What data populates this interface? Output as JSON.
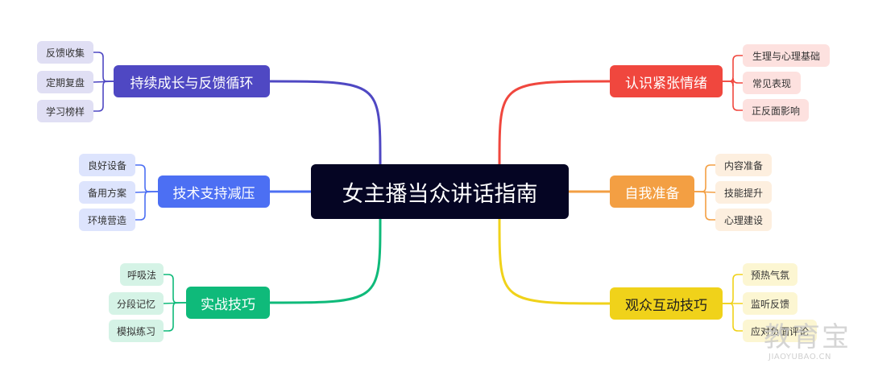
{
  "center": {
    "label": "女主播当众讲话指南"
  },
  "branches": {
    "recognize": {
      "label": "认识紧张情绪",
      "color": "#f0473e",
      "leaf_bg": "#fde1df",
      "leaves": [
        "生理与心理基础",
        "常见表现",
        "正反面影响"
      ]
    },
    "prepare": {
      "label": "自我准备",
      "color": "#f39f43",
      "leaf_bg": "#fdefdf",
      "leaves": [
        "内容准备",
        "技能提升",
        "心理建设"
      ]
    },
    "interact": {
      "label": "观众互动技巧",
      "color": "#f0d21a",
      "leaf_bg": "#fcf6d2",
      "leaves": [
        "预热气氛",
        "监听反馈",
        "应对负面评论"
      ]
    },
    "practice": {
      "label": "实战技巧",
      "color": "#0fba7a",
      "leaf_bg": "#d5f3e6",
      "leaves": [
        "呼吸法",
        "分段记忆",
        "模拟练习"
      ]
    },
    "tech": {
      "label": "技术支持减压",
      "color": "#4c6ff3",
      "leaf_bg": "#dde4fd",
      "leaves": [
        "良好设备",
        "备用方案",
        "环境营造"
      ]
    },
    "growth": {
      "label": "持续成长与反馈循环",
      "color": "#4f48c3",
      "leaf_bg": "#e0dff4",
      "leaves": [
        "反馈收集",
        "定期复盘",
        "学习榜样"
      ]
    }
  },
  "watermark": {
    "main": "教育宝",
    "sub": "JIAOYUBAO.CN"
  }
}
